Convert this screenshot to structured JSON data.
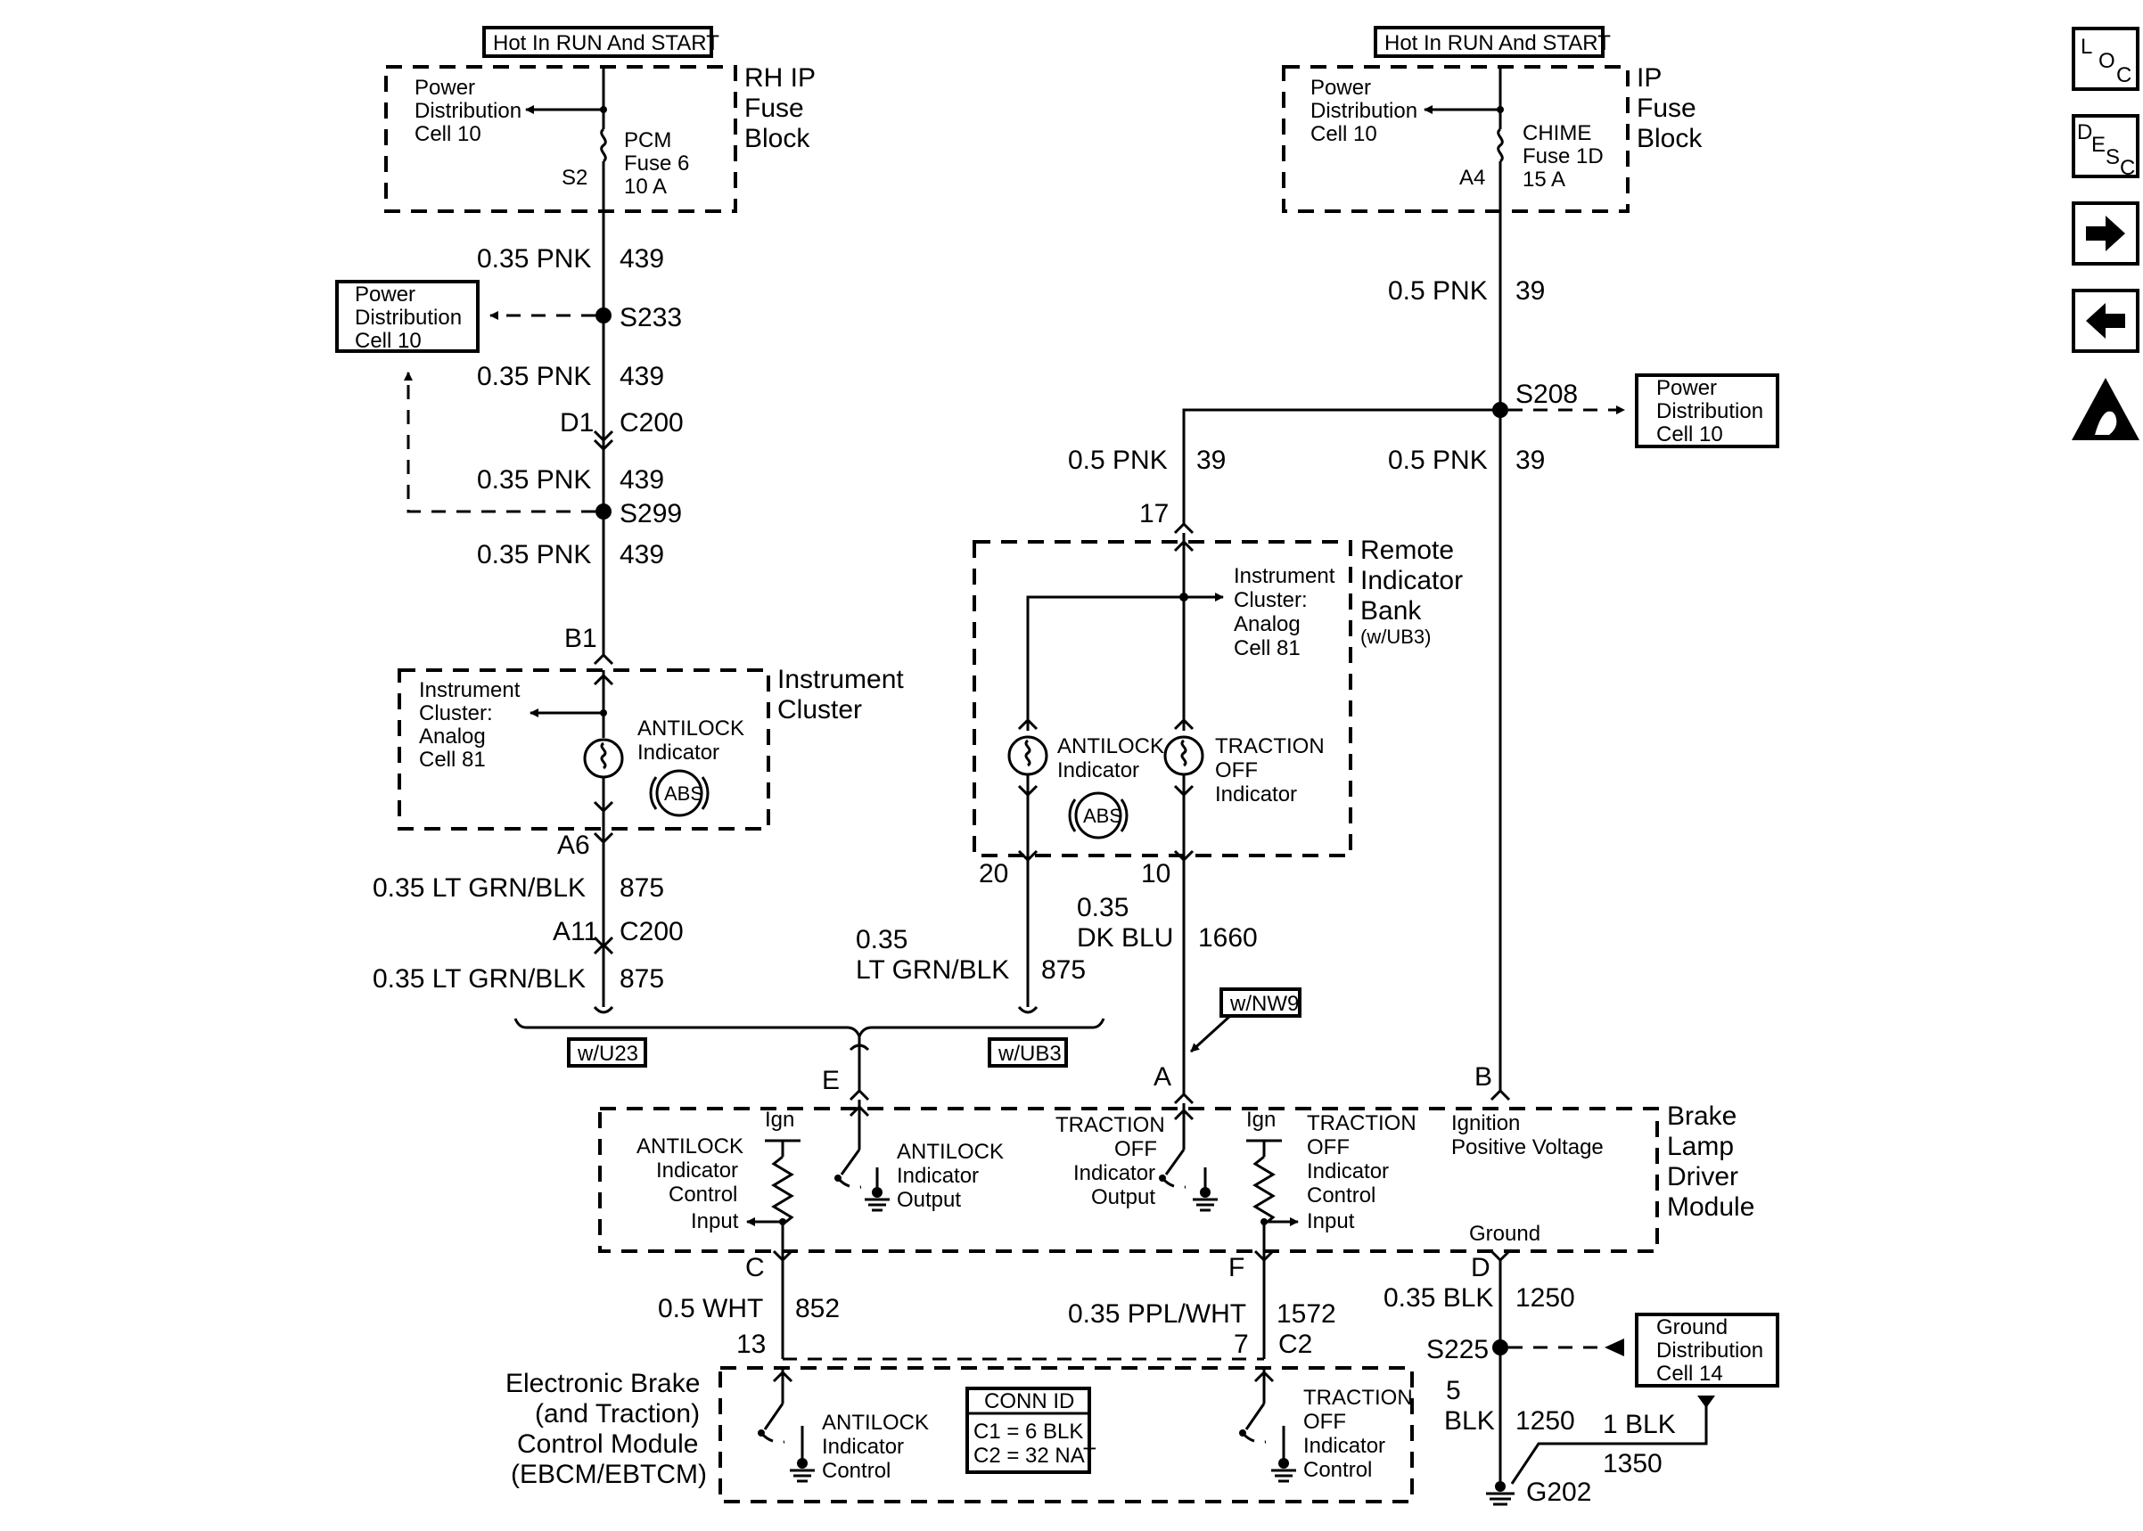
{
  "fuse_left": {
    "hot_label": "Hot In RUN And START",
    "block_name": [
      "RH IP",
      "Fuse",
      "Block"
    ],
    "power_dist": [
      "Power",
      "Distribution",
      "Cell 10"
    ],
    "fuse": [
      "PCM",
      "Fuse 6",
      "10 A"
    ],
    "terminal": "S2"
  },
  "fuse_right": {
    "hot_label": "Hot In RUN And START",
    "block_name": [
      "IP",
      "Fuse",
      "Block"
    ],
    "power_dist": [
      "Power",
      "Distribution",
      "Cell 10"
    ],
    "fuse": [
      "CHIME",
      "Fuse 1D",
      "15 A"
    ],
    "terminal": "A4"
  },
  "left_wires": {
    "w1_gauge": "0.35 PNK",
    "w1_circuit": "439",
    "s233": "S233",
    "pd_box": [
      "Power",
      "Distribution",
      "Cell 10"
    ],
    "w2_gauge": "0.35 PNK",
    "w2_circuit": "439",
    "d1": "D1",
    "c200a": "C200",
    "w3_gauge": "0.35 PNK",
    "w3_circuit": "439",
    "s299": "S299",
    "w4_gauge": "0.35 PNK",
    "w4_circuit": "439",
    "b1": "B1"
  },
  "instrument_cluster": {
    "title": [
      "Instrument",
      "Cluster"
    ],
    "ref": [
      "Instrument",
      "Cluster:",
      "Analog",
      "Cell 81"
    ],
    "indicator": [
      "ANTILOCK",
      "Indicator"
    ],
    "abs": "ABS",
    "a6": "A6",
    "w5_gauge": "0.35 LT GRN/BLK",
    "w5_circuit": "875",
    "a11": "A11",
    "c200b": "C200",
    "w6_gauge": "0.35 LT GRN/BLK",
    "w6_circuit": "875"
  },
  "right_wires": {
    "w1_gauge": "0.5 PNK",
    "w1_circuit": "39",
    "s208": "S208",
    "pd_box": [
      "Power",
      "Distribution",
      "Cell 10"
    ],
    "w2_gauge": "0.5 PNK",
    "w2_circuit": "39",
    "w3_gauge": "0.5 PNK",
    "w3_circuit": "39",
    "pin17": "17"
  },
  "remote_bank": {
    "title": [
      "Remote",
      "Indicator",
      "Bank"
    ],
    "option": "(w/UB3)",
    "ref": [
      "Instrument",
      "Cluster:",
      "Analog",
      "Cell 81"
    ],
    "antilock": [
      "ANTILOCK",
      "Indicator"
    ],
    "traction": [
      "TRACTION",
      "OFF",
      "Indicator"
    ],
    "abs": "ABS",
    "pin20": "20",
    "pin10": "10",
    "w_ltgrn_gauge1": "0.35",
    "w_ltgrn_gauge2": "LT GRN/BLK",
    "w_ltgrn_circuit": "875",
    "w_dkblu_gauge1": "0.35",
    "w_dkblu_gauge2": "DK BLU",
    "w_dkblu_circuit": "1660"
  },
  "options": {
    "u23": "w/U23",
    "ub3": "w/UB3",
    "nw9": "w/NW9"
  },
  "brake_module": {
    "title": [
      "Brake",
      "Lamp",
      "Driver",
      "Module"
    ],
    "pinE": "E",
    "pinA": "A",
    "pinB": "B",
    "pinC": "C",
    "pinF": "F",
    "pinD": "D",
    "ign1": "Ign",
    "ign2": "Ign",
    "abs_ctrl": [
      "ANTILOCK",
      "Indicator",
      "Control",
      "Input"
    ],
    "abs_out": [
      "ANTILOCK",
      "Indicator",
      "Output"
    ],
    "trac_out": [
      "TRACTION",
      "OFF",
      "Indicator",
      "Output"
    ],
    "trac_ctrl": [
      "TRACTION",
      "OFF",
      "Indicator",
      "Control",
      "Input"
    ],
    "ign_pos": [
      "Ignition",
      "Positive Voltage"
    ],
    "ground": "Ground"
  },
  "bottom_wires": {
    "wc_gauge": "0.5 WHT",
    "wc_circuit": "852",
    "pin13": "13",
    "wf_gauge": "0.35 PPL/WHT",
    "wf_circuit": "1572",
    "pin7": "7",
    "c2": "C2",
    "wd_gauge": "0.35 BLK",
    "wd_circuit": "1250",
    "s225": "S225",
    "gd_box": [
      "Ground",
      "Distribution",
      "Cell 14"
    ],
    "w5": "5",
    "w5_color": "BLK",
    "w5_circuit": "1250",
    "w1blk": "1 BLK",
    "w1350": "1350",
    "g202": "G202"
  },
  "ebcm": {
    "title": [
      "Electronic Brake",
      "(and Traction)",
      "Control Module",
      "(EBCM/EBTCM)"
    ],
    "abs": [
      "ANTILOCK",
      "Indicator",
      "Control"
    ],
    "trac": [
      "TRACTION",
      "OFF",
      "Indicator",
      "Control"
    ],
    "conn_title": "CONN ID",
    "conn_rows": [
      "C1 = 6 BLK",
      "C2 = 32 NAT"
    ]
  },
  "sidebar": {
    "loc": [
      "L",
      "O",
      "C"
    ],
    "desc": [
      "D",
      "E",
      "S",
      "C"
    ]
  }
}
